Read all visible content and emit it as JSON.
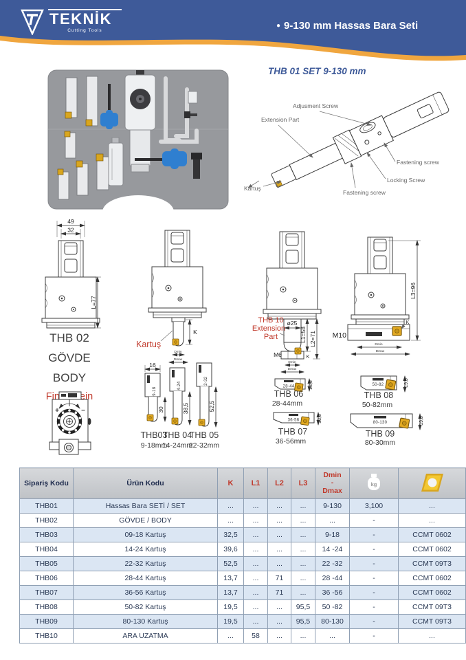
{
  "header": {
    "brand": "TEKNİK",
    "brand_sub": "Cutting Tools",
    "bullet": "●",
    "title": "9-130 mm Hassas Bara Seti",
    "subtitle": "THB 01 SET 9-130 mm"
  },
  "diagram_labels": {
    "adjustment": "Adjusment Screw",
    "extension": "Extension Part",
    "fastening_right": "Fastening screw",
    "locking": "Locking Screw",
    "fastening_bottom": "Fastening screw",
    "kartus": "Kartuş"
  },
  "drawings": {
    "thb02": {
      "dim49": "49",
      "dim32": "32",
      "dimL": "L=77",
      "line1": "THB 02",
      "line2": "GÖVDE",
      "line3": "BODY",
      "line4": "Fine / Fein",
      "plus": "+",
      "minus": "−"
    },
    "center": {
      "k": "K",
      "kartus": "Kartuş",
      "dmin": "Dmin",
      "dmax": "Dmax"
    },
    "thb03": {
      "dim16": "16",
      "dim30": "30",
      "mark": "09-18",
      "label": "THB03",
      "range": "9-18mm"
    },
    "thb04": {
      "dim": "38,5",
      "mark": "14-24",
      "label": "THB 04",
      "range": "14-24mm"
    },
    "thb05": {
      "dim": "52,5",
      "mark": "22-32",
      "label": "THB 05",
      "range": "22-32mm"
    },
    "thb10": {
      "red1": "THB 10",
      "red2": "Extension",
      "red3": "Part",
      "dia": "ø25",
      "l1": "L1=58",
      "l2": "L2=71",
      "m6": "M6",
      "k": "K",
      "dmin": "Dmin",
      "dmax": "Dmax"
    },
    "big": {
      "m10": "M10",
      "l3": "L3=96",
      "k": "K",
      "dmin": "Dmin",
      "dmax": "Dmax"
    },
    "thb06": {
      "mark": "28-44",
      "dim": "13,5",
      "label": "THB 06",
      "range": "28-44mm"
    },
    "thb07": {
      "mark": "36-56",
      "dim": "13,5",
      "label": "THB 07",
      "range": "36-56mm"
    },
    "thb08": {
      "mark": "50-82",
      "dim": "19,5",
      "label": "THB 08",
      "range": "50-82mm"
    },
    "thb09": {
      "mark": "80-130",
      "dim": "19,5",
      "label": "THB 09",
      "range": "80-30mm"
    }
  },
  "table": {
    "headers": {
      "col1": "Sipariş Kodu",
      "col2": "Ürün Kodu",
      "k": "K",
      "l1": "L1",
      "l2": "L2",
      "l3": "L3",
      "dmin1": "Dmin",
      "dmin2": "-",
      "dmin3": "Dmax",
      "weight_kg": "kg"
    },
    "rows": [
      {
        "code": "THB01",
        "name": "Hassas Bara SETİ / SET",
        "k": "...",
        "l1": "...",
        "l2": "...",
        "l3": "...",
        "d": "9-130",
        "w": "3,100",
        "ins": "..."
      },
      {
        "code": "THB02",
        "name": "GÖVDE / BODY",
        "k": "...",
        "l1": "...",
        "l2": "...",
        "l3": "...",
        "d": "...",
        "w": "-",
        "ins": "..."
      },
      {
        "code": "THB03",
        "name": "09-18 Kartuş",
        "k": "32,5",
        "l1": "...",
        "l2": "...",
        "l3": "...",
        "d": "9-18",
        "w": "-",
        "ins": "CCMT  0602"
      },
      {
        "code": "THB04",
        "name": "14-24 Kartuş",
        "k": "39,6",
        "l1": "...",
        "l2": "...",
        "l3": "...",
        "d": "14 -24",
        "w": "-",
        "ins": "CCMT  0602"
      },
      {
        "code": "THB05",
        "name": "22-32 Kartuş",
        "k": "52,5",
        "l1": "...",
        "l2": "...",
        "l3": "...",
        "d": "22 -32",
        "w": "-",
        "ins": "CCMT  09T3"
      },
      {
        "code": "THB06",
        "name": "28-44 Kartuş",
        "k": "13,7",
        "l1": "...",
        "l2": "71",
        "l3": "...",
        "d": "28 -44",
        "w": "-",
        "ins": "CCMT  0602"
      },
      {
        "code": "THB07",
        "name": "36-56 Kartuş",
        "k": "13,7",
        "l1": "...",
        "l2": "71",
        "l3": "...",
        "d": "36 -56",
        "w": "-",
        "ins": "CCMT  0602"
      },
      {
        "code": "THB08",
        "name": "50-82 Kartuş",
        "k": "19,5",
        "l1": "...",
        "l2": "...",
        "l3": "95,5",
        "d": "50 -82",
        "w": "-",
        "ins": "CCMT  09T3"
      },
      {
        "code": "THB09",
        "name": "80-130 Kartuş",
        "k": "19,5",
        "l1": "...",
        "l2": "...",
        "l3": "95,5",
        "d": "80-130",
        "w": "-",
        "ins": "CCMT 09T3"
      },
      {
        "code": "THB10",
        "name": "ARA UZATMA",
        "k": "...",
        "l1": "58",
        "l2": "...",
        "l3": "...",
        "d": "...",
        "w": "-",
        "ins": "..."
      }
    ]
  },
  "colors": {
    "blue": "#3e5a99",
    "orange": "#f0a63f",
    "red": "#c0392b",
    "row_blue": "#dbe6f3",
    "insert_gold": "#e3aa22"
  }
}
